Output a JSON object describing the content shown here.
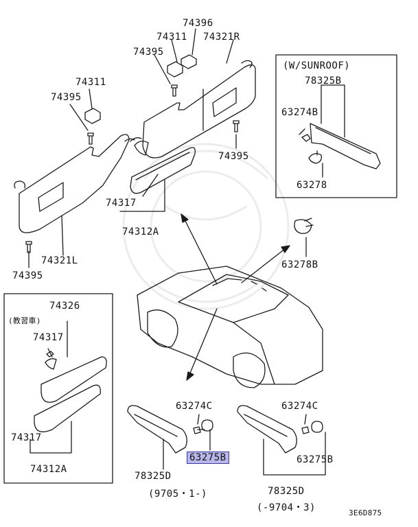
{
  "parts": {
    "sunroof_note": "(W/SUNROOF)",
    "kyoshu_note": "(教習車)",
    "l74396": "74396",
    "l74311_top": "74311",
    "l74321R": "74321R",
    "l74395_a": "74395",
    "l74311_left": "74311",
    "l74395_b": "74395",
    "l74395_c": "74395",
    "l74317_a": "74317",
    "l74312A_a": "74312A",
    "l74321L": "74321L",
    "l74395_d": "74395",
    "l78325B": "78325B",
    "l63274B": "63274B",
    "l63278": "63278",
    "l63278B": "63278B",
    "l74326": "74326",
    "l74317_b": "74317",
    "l74317_c": "74317",
    "l74312A_b": "74312A",
    "l63274C_a": "63274C",
    "l63275B_a": "63275B",
    "l78325D_a": "78325D",
    "date_a": "(9705・1-)",
    "l63274C_b": "63274C",
    "l63275B_b": "63275B",
    "l78325D_b": "78325D",
    "date_b": "(-9704・3)",
    "diagram_code": "3E6D875"
  },
  "colors": {
    "line": "#1a1a1a",
    "highlight_bg": "#b9b6ea",
    "highlight_border": "#3a3aa0"
  }
}
